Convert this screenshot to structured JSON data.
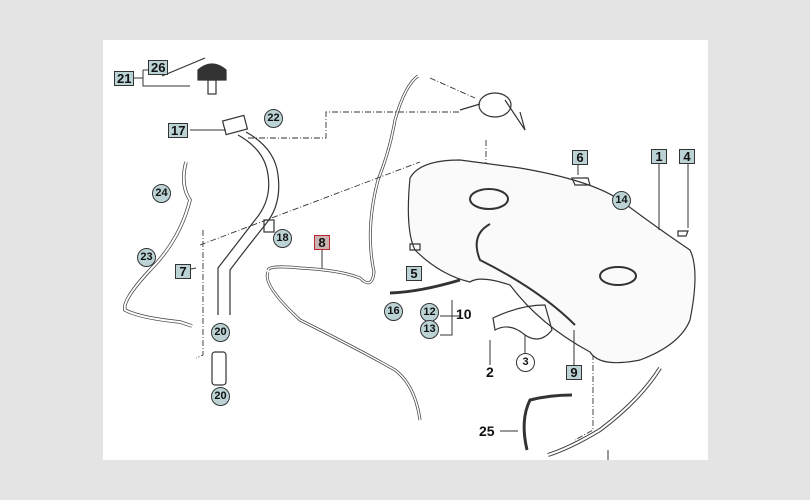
{
  "diagram": {
    "title_hidden": null,
    "boxed_labels": {
      "p21": "21",
      "p26": "26",
      "p17": "17",
      "p7": "7",
      "p8": "8",
      "p5": "5",
      "p6": "6",
      "p1": "1",
      "p4": "4",
      "p9": "9"
    },
    "circled_labels": {
      "p22": "22",
      "p24": "24",
      "p23": "23",
      "p18": "18",
      "p20a": "20",
      "p20b": "20",
      "p16": "16",
      "p12": "12",
      "p13": "13",
      "p14": "14",
      "p3": "3"
    },
    "plain_labels": {
      "p10": "10",
      "p2": "2",
      "p25": "25"
    },
    "colors": {
      "background": "#e4e4e4",
      "panel": "#ffffff",
      "label_fill": "#bcd3d6",
      "highlight": "#c0262d"
    }
  }
}
